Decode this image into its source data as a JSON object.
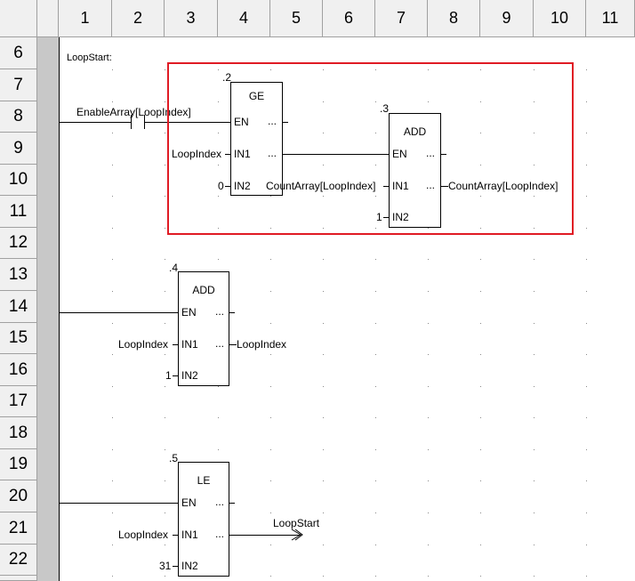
{
  "column_headers": [
    "1",
    "2",
    "3",
    "4",
    "5",
    "6",
    "7",
    "8",
    "9",
    "10",
    "11"
  ],
  "row_headers": [
    "6",
    "7",
    "8",
    "9",
    "10",
    "11",
    "12",
    "13",
    "14",
    "15",
    "16",
    "17",
    "18",
    "19",
    "20",
    "21",
    "22"
  ],
  "label_text": "LoopStart:",
  "rung1": {
    "contact_label": "EnableArray[LoopIndex]",
    "ge_block": {
      "instance": ".2",
      "title": "GE",
      "pins": [
        "EN",
        "IN1",
        "IN2"
      ],
      "in1": "LoopIndex",
      "in2": "0",
      "out_dots": "..."
    },
    "add_block": {
      "instance": ".3",
      "title": "ADD",
      "pins": [
        "EN",
        "IN1",
        "IN2"
      ],
      "in1": "CountArray[LoopIndex]",
      "in2": "1",
      "out1": "CountArray[LoopIndex]",
      "out_dots": "..."
    }
  },
  "rung2": {
    "add_block": {
      "instance": ".4",
      "title": "ADD",
      "pins": [
        "EN",
        "IN1",
        "IN2"
      ],
      "in1": "LoopIndex",
      "in2": "1",
      "out1": "LoopIndex",
      "out_dots": "..."
    }
  },
  "rung3": {
    "le_block": {
      "instance": ".5",
      "title": "LE",
      "pins": [
        "EN",
        "IN1",
        "IN2"
      ],
      "in1": "LoopIndex",
      "in2": "31",
      "jump_label": "LoopStart",
      "out_dots": "..."
    }
  },
  "colors": {
    "selection_border": "#e01b24",
    "header_bg": "#f0f0f0",
    "gutter": "#c8c8c8"
  }
}
